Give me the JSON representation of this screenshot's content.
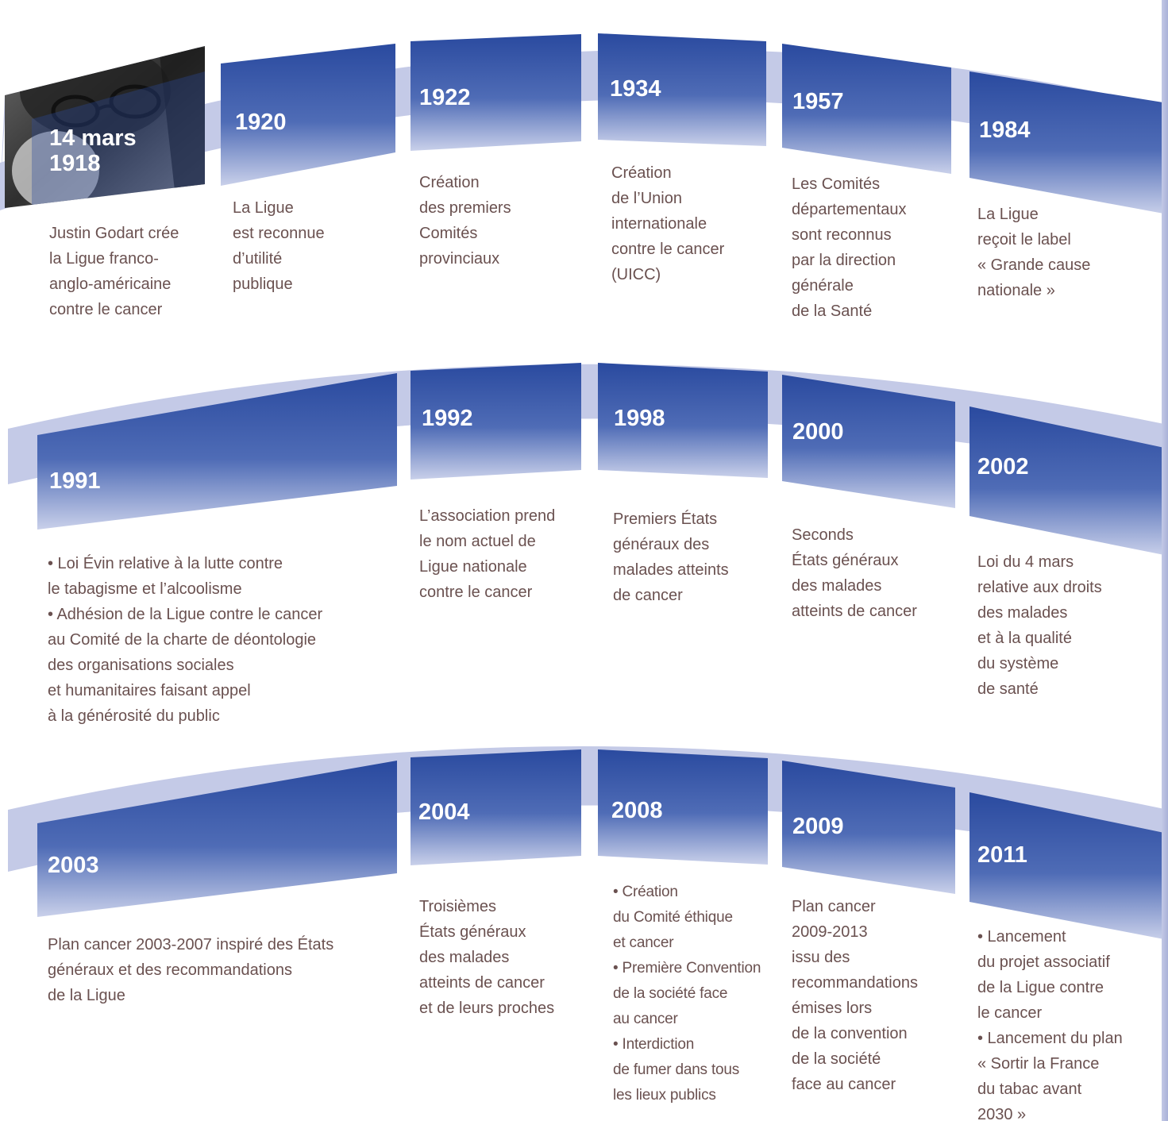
{
  "accent_colors": {
    "band_light": "#c4cae7",
    "panel_top": "#2a4a9f",
    "panel_bottom": "#c9d0ea",
    "year_text": "#ffffff",
    "body_text": "#6a5150"
  },
  "timeline": {
    "rows": [
      {
        "events": [
          {
            "year": "14 mars\n1918",
            "text": "Justin Godart crée\nla Ligue franco-\nanglo-américaine\ncontre le cancer",
            "image": "portrait-photo-justin-godart"
          },
          {
            "year": "1920",
            "text": "La Ligue\nest reconnue\nd’utilité\npublique"
          },
          {
            "year": "1922",
            "text": "Création\ndes premiers\nComités\nprovinciaux"
          },
          {
            "year": "1934",
            "text": "Création\nde l’Union\ninternationale\ncontre le cancer\n(UICC)"
          },
          {
            "year": "1957",
            "text": "Les Comités\ndépartementaux\nsont reconnus\npar la direction\ngénérale\nde la Santé"
          },
          {
            "year": "1984",
            "text": "La Ligue\nreçoit le label\n« Grande cause\nnationale »"
          }
        ]
      },
      {
        "events": [
          {
            "year": "1991",
            "text": "• Loi Évin relative à la lutte contre\nle tabagisme et l’alcoolisme\n• Adhésion de la Ligue contre le cancer\nau Comité de la charte de déontologie\ndes organisations sociales\net humanitaires faisant appel\nà la générosité du public"
          },
          {
            "year": "1992",
            "text": "L’association prend\nle nom actuel de\nLigue nationale\ncontre le cancer"
          },
          {
            "year": "1998",
            "text": "Premiers États\ngénéraux des\nmalades atteints\nde cancer"
          },
          {
            "year": "2000",
            "text": "Seconds\nÉtats généraux\ndes malades\natteints de cancer"
          },
          {
            "year": "2002",
            "text": "Loi du 4 mars\nrelative aux droits\ndes malades\net à la qualité\ndu système\nde santé"
          }
        ]
      },
      {
        "events": [
          {
            "year": "2003",
            "text": "Plan cancer 2003-2007 inspiré des États\ngénéraux et des recommandations\nde la Ligue"
          },
          {
            "year": "2004",
            "text": "Troisièmes\nÉtats généraux\ndes malades\natteints de cancer\net de leurs proches"
          },
          {
            "year": "2008",
            "text": "• Création\ndu Comité éthique\net cancer\n• Première Convention\nde la société face\nau cancer\n• Interdiction\nde fumer dans tous\nles lieux publics"
          },
          {
            "year": "2009",
            "text": "Plan cancer\n2009-2013\nissu des\nrecommandations\némises lors\nde la convention\nde la société\nface au cancer"
          },
          {
            "year": "2011",
            "text": "• Lancement\ndu projet associatif\nde la Ligue contre\nle cancer\n• Lancement du plan\n« Sortir la France\ndu tabac avant\n2030 »"
          }
        ]
      }
    ]
  }
}
